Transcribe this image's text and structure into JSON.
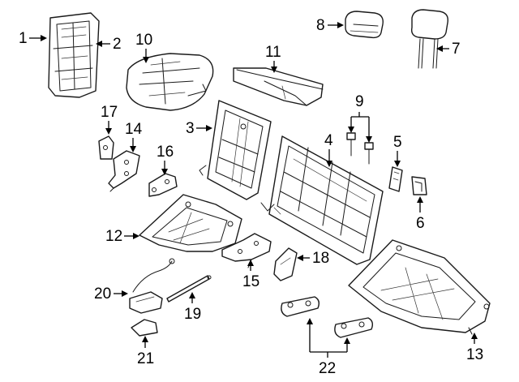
{
  "diagram": {
    "callouts": [
      {
        "number": "1"
      },
      {
        "number": "2"
      },
      {
        "number": "3"
      },
      {
        "number": "4"
      },
      {
        "number": "5"
      },
      {
        "number": "6"
      },
      {
        "number": "7"
      },
      {
        "number": "8"
      },
      {
        "number": "9"
      },
      {
        "number": "10"
      },
      {
        "number": "11"
      },
      {
        "number": "12"
      },
      {
        "number": "13"
      },
      {
        "number": "14"
      },
      {
        "number": "15"
      },
      {
        "number": "16"
      },
      {
        "number": "17"
      },
      {
        "number": "18"
      },
      {
        "number": "19"
      },
      {
        "number": "20"
      },
      {
        "number": "21"
      },
      {
        "number": "22"
      }
    ]
  }
}
